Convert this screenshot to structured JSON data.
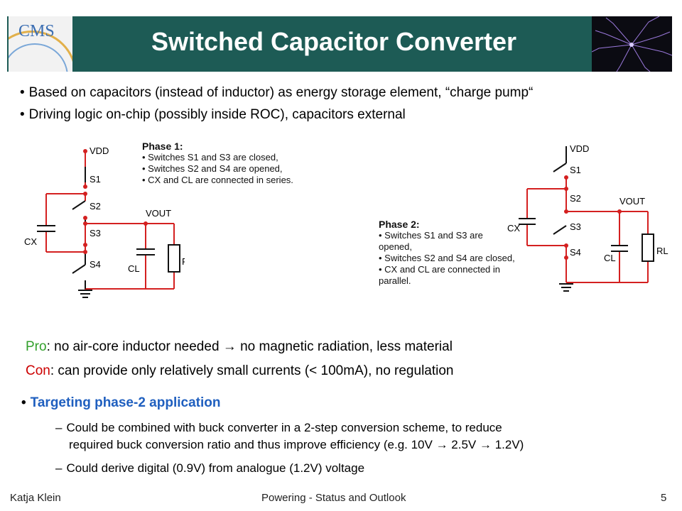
{
  "header": {
    "title": "Switched Capacitor Converter",
    "logo_text": "CMS"
  },
  "bullets": [
    "Based on capacitors (instead of inductor) as energy storage element, “charge pump“",
    "Driving logic on-chip (possibly inside ROC), capacitors external"
  ],
  "phase1": {
    "heading": "Phase 1:",
    "lines": [
      "• Switches S1 and S3 are closed,",
      "• Switches S2 and S4 are opened,",
      "• CX and CL are connected in series."
    ]
  },
  "phase2": {
    "heading": "Phase 2:",
    "lines": [
      "• Switches S1 and S3 are",
      "opened,",
      "• Switches S2 and S4 are closed,",
      "• CX and CL are connected in",
      "parallel."
    ]
  },
  "circuit_labels": {
    "vdd": "VDD",
    "s1": "S1",
    "s2": "S2",
    "s3": "S3",
    "s4": "S4",
    "vout": "VOUT",
    "cx": "CX",
    "cl": "CL",
    "rl": "RL"
  },
  "pro": {
    "label": "Pro",
    "text": ":  no air-core inductor needed  → no magnetic radiation, less material"
  },
  "con": {
    "label": "Con",
    "text": ": can provide only relatively small currents (< 100mA), no regulation"
  },
  "targeting": {
    "heading": "Targeting phase-2 application",
    "items": [
      "Could be combined with buck converter in a 2-step conversion scheme, to reduce",
      "required buck conversion ratio and thus improve efficiency (e.g. 10V  → 2.5V  → 1.2V)",
      "Could derive digital (0.9V) from analogue (1.2V) voltage"
    ]
  },
  "footer": {
    "author": "Katja Klein",
    "talk": "Powering - Status and Outlook",
    "page": "5"
  }
}
